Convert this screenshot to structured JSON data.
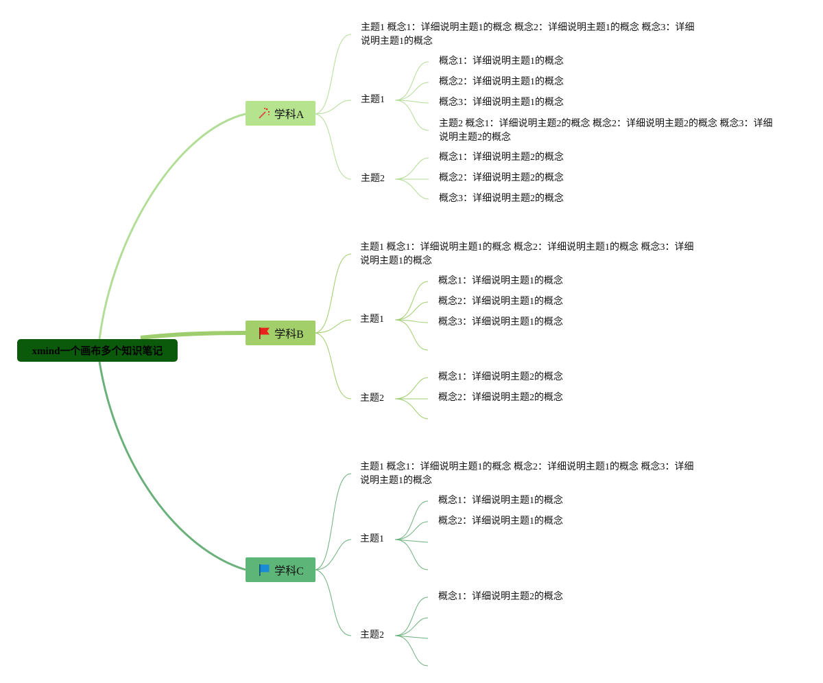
{
  "root": {
    "label": "xmind一个画布多个知识笔记"
  },
  "colors": {
    "root_bg": "#0b5a0b",
    "subject_a": "#b6e38e",
    "subject_b": "#a3cf6b",
    "subject_c": "#5db577",
    "link_a": "#b2dd96",
    "link_b": "#9dcd6c",
    "link_c": "#6ab07b",
    "flag_red": "#e8231b",
    "flag_blue": "#1c8bd6"
  },
  "subjects": [
    {
      "label": "学科A",
      "icon": "magic-wand-icon",
      "summary": "主题1 概念1：详细说明主题1的概念 概念2：详细说明主题1的概念 概念3：详细说明主题1的概念",
      "topic1": {
        "label": "主题1",
        "concepts": [
          "概念1：详细说明主题1的概念",
          "概念2：详细说明主题1的概念",
          "概念3：详细说明主题1的概念"
        ],
        "extra": "主题2 概念1：详细说明主题2的概念 概念2：详细说明主题2的概念 概念3：详细说明主题2的概念"
      },
      "topic2": {
        "label": "主题2",
        "concepts": [
          "概念1：详细说明主题2的概念",
          "概念2：详细说明主题2的概念",
          "概念3：详细说明主题2的概念"
        ]
      }
    },
    {
      "label": "学科B",
      "icon": "red-flag-icon",
      "summary": "主题1 概念1：详细说明主题1的概念 概念2：详细说明主题1的概念 概念3：详细说明主题1的概念",
      "topic1": {
        "label": "主题1",
        "concepts": [
          "概念1：详细说明主题1的概念",
          "概念2：详细说明主题1的概念",
          "概念3：详细说明主题1的概念"
        ]
      },
      "topic2": {
        "label": "主题2",
        "concepts": [
          "概念1：详细说明主题2的概念",
          "概念2：详细说明主题2的概念"
        ]
      }
    },
    {
      "label": "学科C",
      "icon": "blue-flag-icon",
      "summary": "主题1 概念1：详细说明主题1的概念 概念2：详细说明主题1的概念 概念3：详细说明主题1的概念",
      "topic1": {
        "label": "主题1",
        "concepts": [
          "概念1：详细说明主题1的概念",
          "概念2：详细说明主题1的概念"
        ]
      },
      "topic2": {
        "label": "主题2",
        "concepts": [
          "概念1：详细说明主题2的概念"
        ]
      }
    }
  ]
}
